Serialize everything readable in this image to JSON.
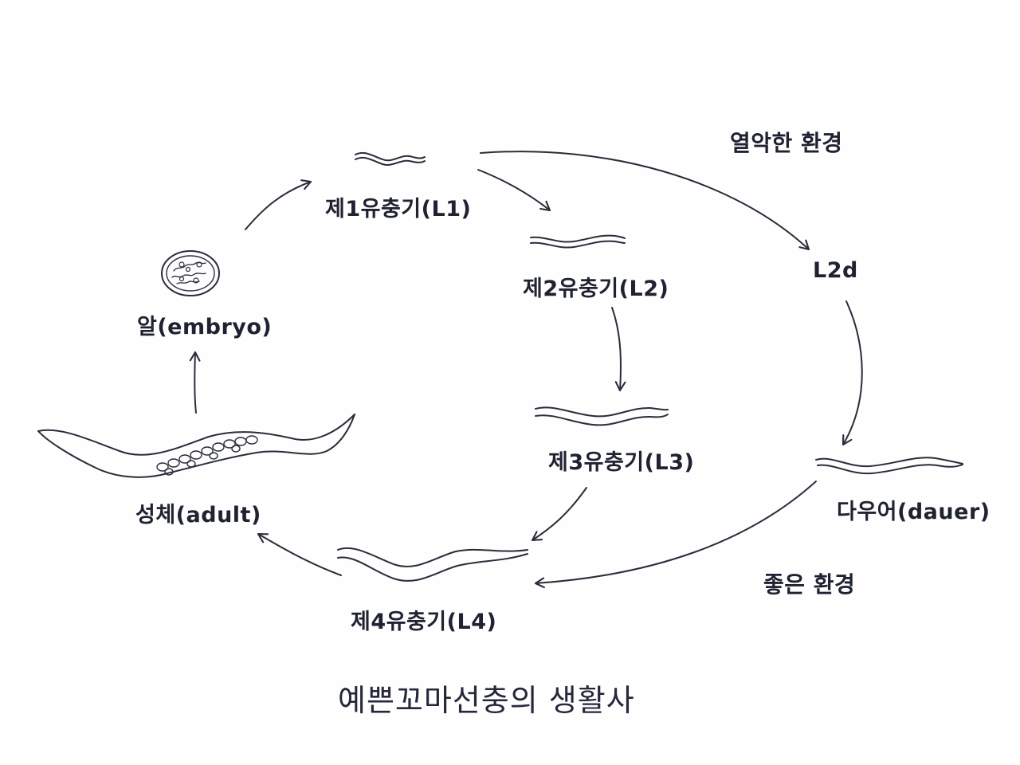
{
  "stages": {
    "l1": "제1유충기(L1)",
    "l2": "제2유충기(L2)",
    "l3": "제3유충기(L3)",
    "l4": "제4유충기(L4)",
    "adult": "성체(adult)",
    "embryo": "알(embryo)",
    "l2d": "L2d",
    "dauer": "다우어(dauer)"
  },
  "environment": {
    "harsh": "열악한 환경",
    "good": "좋은 환경"
  },
  "caption": "예쁜꼬마선충의 생활사",
  "colors": {
    "ink": "#1f2230",
    "background": "#fefefe"
  }
}
